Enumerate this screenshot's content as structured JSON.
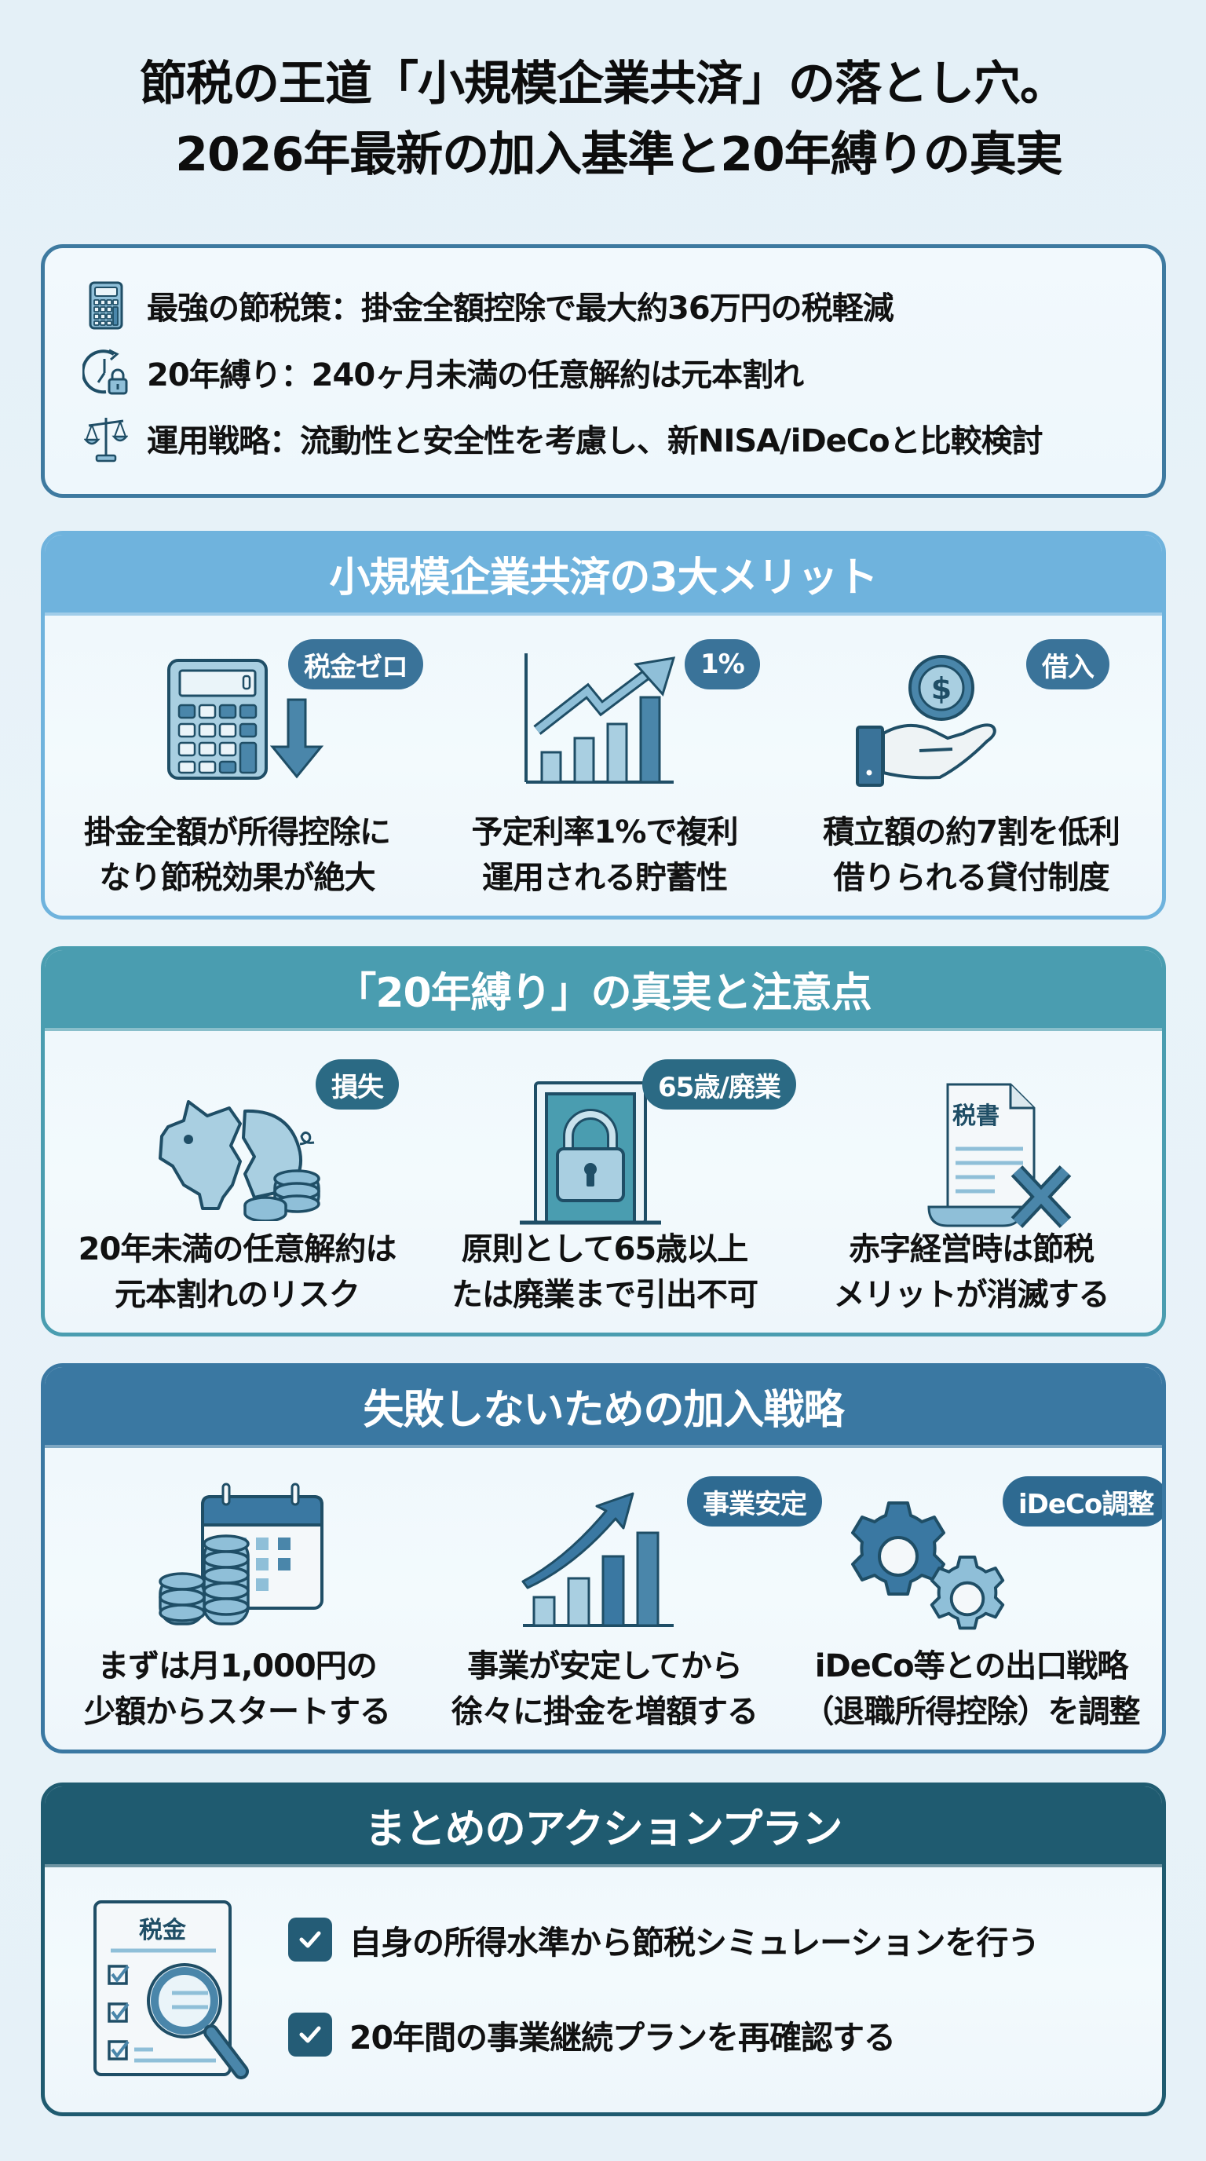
{
  "title": {
    "line1": "節税の王道「小規模企業共済」の落とし穴。",
    "line2": "2026年最新の加入基準と20年縛りの真実"
  },
  "summary": {
    "items": [
      {
        "icon": "calculator-icon",
        "text": "最強の節税策：掛金全額控除で最大約36万円の税軽減"
      },
      {
        "icon": "clock-lock-icon",
        "text": "20年縛り：240ヶ月未満の任意解約は元本割れ"
      },
      {
        "icon": "scale-icon",
        "text": "運用戦略：流動性と安全性を考慮し、新NISA/iDeCoと比較検討"
      }
    ]
  },
  "sections": [
    {
      "title": "小規模企業共済の3大メリット",
      "color": "#6fb3dd",
      "columns": [
        {
          "icon": "calculator-down-arrow-icon",
          "badge": "税金ゼロ",
          "line1": "掛金全額が所得控除に",
          "line2": "なり節税効果が絶大"
        },
        {
          "icon": "growth-chart-icon",
          "badge": "1%",
          "line1": "予定利率1%で複利",
          "line2": "運用される貯蓄性"
        },
        {
          "icon": "hand-coin-icon",
          "badge": "借入",
          "line1": "積立額の約7割を低利",
          "line2": "借りられる貸付制度"
        }
      ]
    },
    {
      "title": "「20年縛り」の真実と注意点",
      "color": "#4a9db0",
      "columns": [
        {
          "icon": "broken-piggy-bank-icon",
          "badge": "損失",
          "line1": "20年未満の任意解約は",
          "line2": "元本割れのリスク"
        },
        {
          "icon": "locked-door-icon",
          "badge": "65歳/廃業",
          "line1": "原則として65歳以上",
          "line2": "たは廃業まで引出不可"
        },
        {
          "icon": "tax-document-x-icon",
          "badge": "税書",
          "line1": "赤字経営時は節税",
          "line2": "メリットが消滅する"
        }
      ]
    },
    {
      "title": "失敗しないための加入戦略",
      "color": "#3a78a2",
      "columns": [
        {
          "icon": "calendar-coins-icon",
          "badge": "",
          "line1": "まずは月1,000円の",
          "line2": "少額からスタートする"
        },
        {
          "icon": "rising-bars-icon",
          "badge": "事業安定",
          "line1": "事業が安定してから",
          "line2": "徐々に掛金を増額する"
        },
        {
          "icon": "gears-icon",
          "badge": "iDeCo調整",
          "line1": "iDeCo等との出口戦略",
          "line2": "（退職所得控除）を調整"
        }
      ]
    }
  ],
  "action_plan": {
    "title": "まとめのアクションプラン",
    "color": "#1f5b70",
    "doc_label": "税金",
    "items": [
      {
        "checked": true,
        "text": "自身の所得水準から節税シミュレーションを行う"
      },
      {
        "checked": true,
        "text": "20年間の事業継続プランを再確認する"
      }
    ]
  },
  "colors": {
    "background": "#e6f1f8",
    "summary_border": "#3e7aa0",
    "icon_dark": "#1f4e66",
    "icon_mid": "#4a86aa",
    "icon_light": "#a9cfe1",
    "badge": "#3a7399"
  }
}
